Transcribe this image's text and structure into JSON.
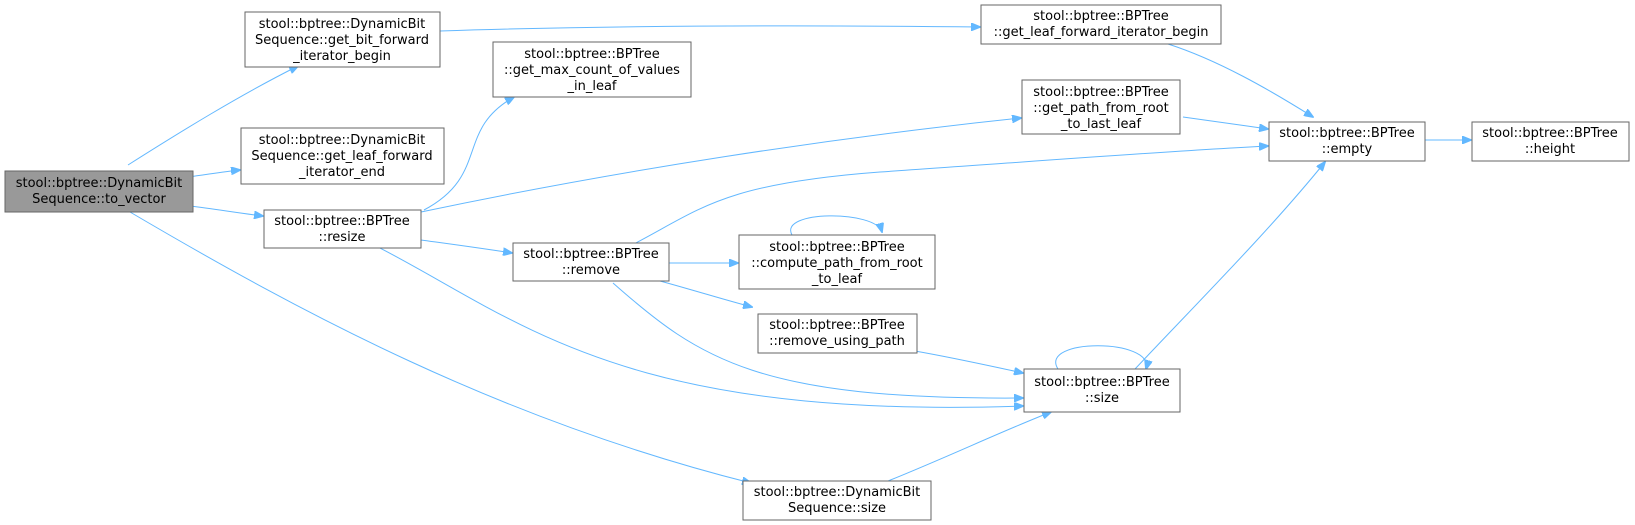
{
  "colors": {
    "edge": "#63b8ff",
    "node_border": "#666666",
    "root_fill": "#999999",
    "node_fill": "#ffffff"
  },
  "nodes": [
    {
      "id": "to_vector",
      "lines": [
        "stool::bptree::DynamicBit",
        "Sequence::to_vector"
      ],
      "root": true
    },
    {
      "id": "get_bit_forward_iterator_begin",
      "lines": [
        "stool::bptree::DynamicBit",
        "Sequence::get_bit_forward",
        "_iterator_begin"
      ]
    },
    {
      "id": "get_leaf_forward_iterator_end",
      "lines": [
        "stool::bptree::DynamicBit",
        "Sequence::get_leaf_forward",
        "_iterator_end"
      ]
    },
    {
      "id": "resize",
      "lines": [
        "stool::bptree::BPTree",
        "::resize"
      ]
    },
    {
      "id": "dbs_size",
      "lines": [
        "stool::bptree::DynamicBit",
        "Sequence::size"
      ]
    },
    {
      "id": "get_max_count_of_values_in_leaf",
      "lines": [
        "stool::bptree::BPTree",
        "::get_max_count_of_values",
        "_in_leaf"
      ]
    },
    {
      "id": "remove",
      "lines": [
        "stool::bptree::BPTree",
        "::remove"
      ]
    },
    {
      "id": "get_leaf_forward_iterator_begin",
      "lines": [
        "stool::bptree::BPTree",
        "::get_leaf_forward_iterator_begin"
      ]
    },
    {
      "id": "get_path_from_root_to_last_leaf",
      "lines": [
        "stool::bptree::BPTree",
        "::get_path_from_root",
        "_to_last_leaf"
      ]
    },
    {
      "id": "compute_path_from_root_to_leaf",
      "lines": [
        "stool::bptree::BPTree",
        "::compute_path_from_root",
        "_to_leaf"
      ]
    },
    {
      "id": "remove_using_path",
      "lines": [
        "stool::bptree::BPTree",
        "::remove_using_path"
      ]
    },
    {
      "id": "size",
      "lines": [
        "stool::bptree::BPTree",
        "::size"
      ]
    },
    {
      "id": "empty",
      "lines": [
        "stool::bptree::BPTree",
        "::empty"
      ]
    },
    {
      "id": "height",
      "lines": [
        "stool::bptree::BPTree",
        "::height"
      ]
    }
  ],
  "edges": [
    [
      "to_vector",
      "get_bit_forward_iterator_begin"
    ],
    [
      "to_vector",
      "get_leaf_forward_iterator_end"
    ],
    [
      "to_vector",
      "resize"
    ],
    [
      "to_vector",
      "dbs_size"
    ],
    [
      "get_bit_forward_iterator_begin",
      "get_leaf_forward_iterator_begin"
    ],
    [
      "get_leaf_forward_iterator_begin",
      "empty"
    ],
    [
      "resize",
      "get_max_count_of_values_in_leaf"
    ],
    [
      "resize",
      "get_path_from_root_to_last_leaf"
    ],
    [
      "resize",
      "remove"
    ],
    [
      "resize",
      "size"
    ],
    [
      "get_path_from_root_to_last_leaf",
      "empty"
    ],
    [
      "remove",
      "empty"
    ],
    [
      "remove",
      "compute_path_from_root_to_leaf"
    ],
    [
      "remove",
      "remove_using_path"
    ],
    [
      "remove",
      "size"
    ],
    [
      "compute_path_from_root_to_leaf",
      "compute_path_from_root_to_leaf"
    ],
    [
      "remove_using_path",
      "size"
    ],
    [
      "size",
      "empty"
    ],
    [
      "size",
      "size"
    ],
    [
      "empty",
      "height"
    ],
    [
      "dbs_size",
      "size"
    ]
  ]
}
